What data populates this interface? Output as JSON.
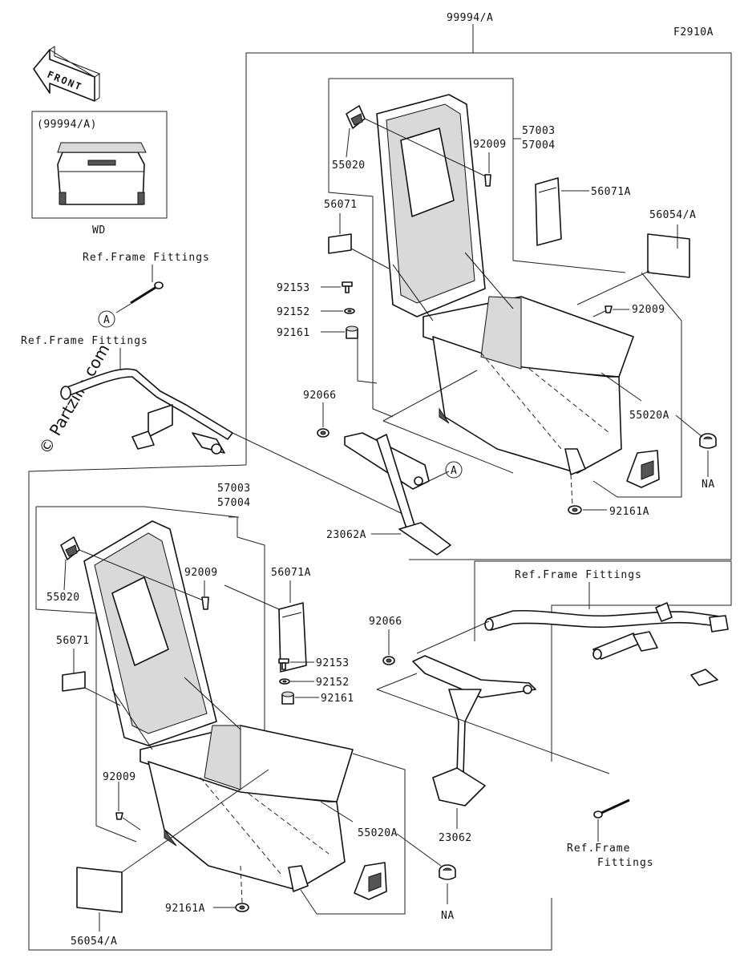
{
  "diagram": {
    "code": "F2910A",
    "front_arrow_label": "FRONT",
    "watermark": "© Partzilla.com",
    "inset": {
      "label": "(99994/A)",
      "caption": "WD"
    },
    "labels": {
      "assembly": "99994/A",
      "ref_frame_1": "Ref.Frame Fittings",
      "ref_frame_2": "Ref.Frame Fittings",
      "ref_frame_3": "Ref.Frame Fittings",
      "ref_frame_4a": "Ref.Frame",
      "ref_frame_4b": "Fittings",
      "callout_a1": "A",
      "callout_a2": "A",
      "r_55020": "55020",
      "r_92009_a": "92009",
      "r_57003": "57003",
      "r_57004": "57004",
      "r_56071": "56071",
      "r_56071A": "56071A",
      "r_56054A": "56054/A",
      "r_92009_b": "92009",
      "r_92153": "92153",
      "r_92152": "92152",
      "r_92161": "92161",
      "r_92066": "92066",
      "r_55020A": "55020A",
      "r_NA": "NA",
      "r_92161A": "92161A",
      "r_23062A": "23062A",
      "l_57003": "57003",
      "l_57004": "57004",
      "l_55020": "55020",
      "l_92009_a": "92009",
      "l_56071A": "56071A",
      "l_56071": "56071",
      "l_92066": "92066",
      "l_92153": "92153",
      "l_92152": "92152",
      "l_92161": "92161",
      "l_92009_b": "92009",
      "l_55020A": "55020A",
      "l_23062": "23062",
      "l_NA": "NA",
      "l_56054A": "56054/A",
      "l_92161A": "92161A"
    }
  }
}
